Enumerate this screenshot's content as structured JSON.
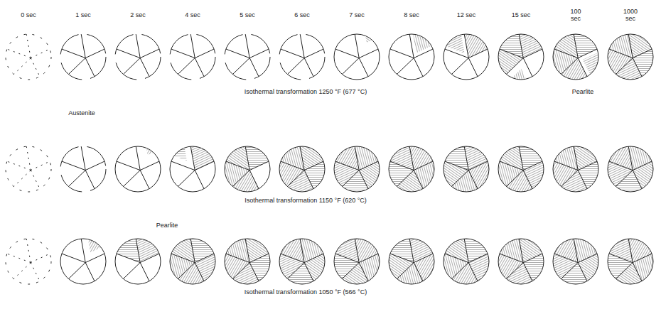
{
  "diagram": {
    "labels": [
      "0 sec",
      "1 sec",
      "2 sec",
      "4 sec",
      "5 sec",
      "6 sec",
      "7 sec",
      "8 sec",
      "12 sec",
      "15 sec",
      "100 sec",
      "1000 sec",
      "Austenite",
      "Isothermal transformation 1250 °F (677 °C)",
      "Pearlite",
      "Isothermal transformation 1150 °F (620 °C)",
      "Pearlite",
      "Isothermal transformation 1050 °F (566 °C)"
    ]
  }
}
